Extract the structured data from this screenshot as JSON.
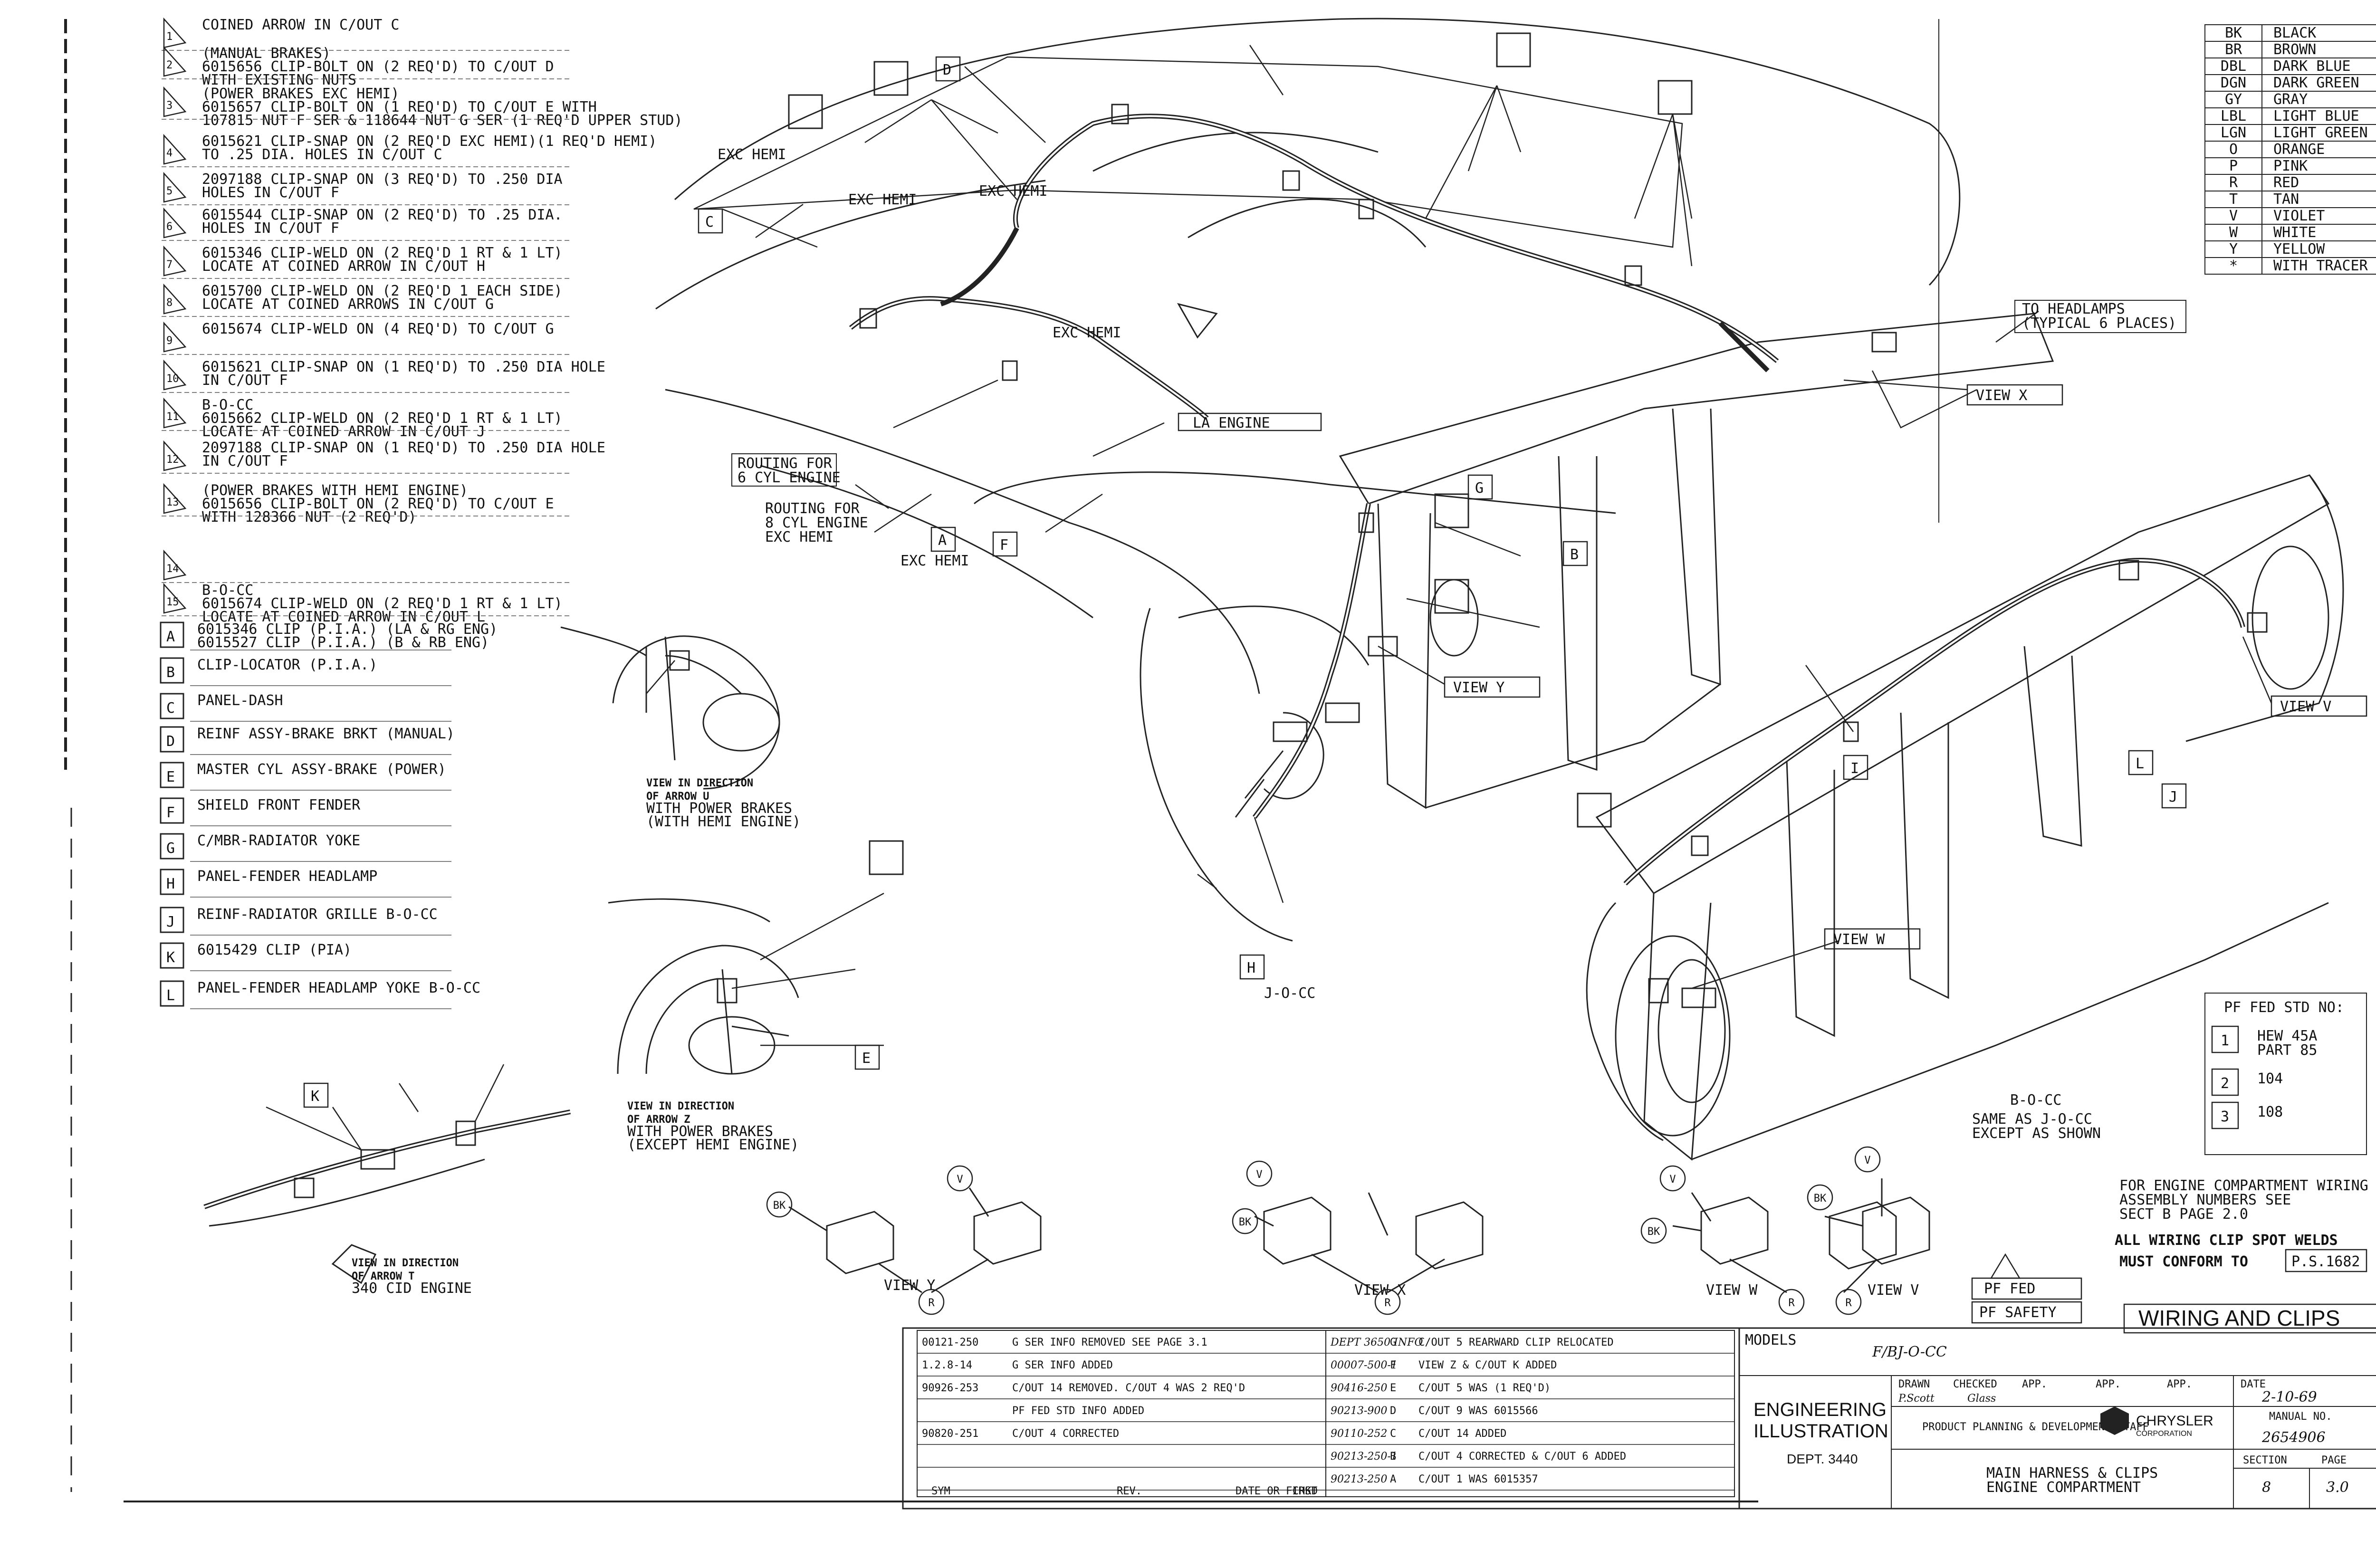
{
  "notes": [
    {
      "num": "1",
      "line1": "COINED ARROW IN C/OUT C",
      "line2": ""
    },
    {
      "num": "2",
      "line1": "(MANUAL BRAKES)",
      "line2": "6015656 CLIP-BOLT ON (2 REQ'D) TO C/OUT D",
      "line3": "WITH EXISTING NUTS"
    },
    {
      "num": "3",
      "line1": "(POWER BRAKES EXC HEMI)",
      "line2": "6015657 CLIP-BOLT ON (1 REQ'D) TO C/OUT E WITH",
      "line3": "107815 NUT F SER & 118644 NUT G SER (1 REQ'D UPPER STUD)"
    },
    {
      "num": "4",
      "line1": "6015621 CLIP-SNAP ON (2 REQ'D EXC HEMI)(1 REQ'D HEMI)",
      "line2": "TO .25 DIA. HOLES IN C/OUT C"
    },
    {
      "num": "5",
      "line1": "2097188 CLIP-SNAP ON (3 REQ'D) TO .250 DIA",
      "line2": "HOLES IN C/OUT F"
    },
    {
      "num": "6",
      "line1": "6015544 CLIP-SNAP ON (2 REQ'D) TO .25 DIA.",
      "line2": "HOLES IN C/OUT F"
    },
    {
      "num": "7",
      "line1": "6015346 CLIP-WELD ON (2 REQ'D 1 RT & 1 LT)",
      "line2": "LOCATE AT COINED ARROW IN C/OUT H"
    },
    {
      "num": "8",
      "line1": "6015700 CLIP-WELD ON (2 REQ'D 1 EACH SIDE)",
      "line2": "LOCATE AT COINED ARROWS IN C/OUT G"
    },
    {
      "num": "9",
      "line1": "6015674 CLIP-WELD ON (4 REQ'D) TO C/OUT G",
      "line2": ""
    },
    {
      "num": "10",
      "line1": "6015621 CLIP-SNAP ON (1 REQ'D) TO .250 DIA HOLE",
      "line2": "IN C/OUT F"
    },
    {
      "num": "11",
      "line1": "B-O-CC",
      "line2": "6015662 CLIP-WELD ON (2 REQ'D 1 RT & 1 LT)",
      "line3": "LOCATE AT COINED ARROW IN C/OUT J"
    },
    {
      "num": "12",
      "line1": "2097188 CLIP-SNAP ON (1 REQ'D) TO .250 DIA HOLE",
      "line2": "IN C/OUT F"
    },
    {
      "num": "13",
      "line1": "(POWER BRAKES WITH HEMI ENGINE)",
      "line2": "6015656 CLIP-BOLT ON (2 REQ'D) TO C/OUT E",
      "line3": "WITH 128366 NUT (2 REQ'D)"
    },
    {
      "num": "14",
      "line1": "",
      "line2": ""
    },
    {
      "num": "15",
      "line1": "B-O-CC",
      "line2": "6015674 CLIP-WELD ON (2 REQ'D 1 RT & 1 LT)",
      "line3": "LOCATE AT COINED ARROW IN C/OUT L"
    }
  ],
  "parts": [
    {
      "letter": "A",
      "line1": "6015346 CLIP (P.I.A.) (LA & RG ENG)",
      "line2": "6015527 CLIP (P.I.A.) (B & RB ENG)"
    },
    {
      "letter": "B",
      "line1": "CLIP-LOCATOR (P.I.A.)"
    },
    {
      "letter": "C",
      "line1": "PANEL-DASH"
    },
    {
      "letter": "D",
      "line1": "REINF ASSY-BRAKE BRKT (MANUAL)"
    },
    {
      "letter": "E",
      "line1": "MASTER CYL ASSY-BRAKE (POWER)"
    },
    {
      "letter": "F",
      "line1": "SHIELD FRONT FENDER"
    },
    {
      "letter": "G",
      "line1": "C/MBR-RADIATOR YOKE"
    },
    {
      "letter": "H",
      "line1": "PANEL-FENDER HEADLAMP"
    },
    {
      "letter": "J",
      "line1": "REINF-RADIATOR GRILLE B-O-CC"
    },
    {
      "letter": "K",
      "line1": "6015429 CLIP (PIA)"
    },
    {
      "letter": "L",
      "line1": "PANEL-FENDER HEADLAMP YOKE B-O-CC"
    }
  ],
  "color_codes": [
    {
      "code": "BK",
      "name": "BLACK"
    },
    {
      "code": "BR",
      "name": "BROWN"
    },
    {
      "code": "DBL",
      "name": "DARK BLUE"
    },
    {
      "code": "DGN",
      "name": "DARK GREEN"
    },
    {
      "code": "GY",
      "name": "GRAY"
    },
    {
      "code": "LBL",
      "name": "LIGHT BLUE"
    },
    {
      "code": "LGN",
      "name": "LIGHT GREEN"
    },
    {
      "code": "O",
      "name": "ORANGE"
    },
    {
      "code": "P",
      "name": "PINK"
    },
    {
      "code": "R",
      "name": "RED"
    },
    {
      "code": "T",
      "name": "TAN"
    },
    {
      "code": "V",
      "name": "VIOLET"
    },
    {
      "code": "W",
      "name": "WHITE"
    },
    {
      "code": "Y",
      "name": "YELLOW"
    },
    {
      "code": "*",
      "name": "WITH TRACER"
    }
  ],
  "callouts": {
    "exc_hemi": "EXC HEMI",
    "la_engine": "LA ENGINE",
    "routing_6cyl": [
      "ROUTING FOR",
      "6 CYL ENGINE"
    ],
    "routing_8cyl": [
      "ROUTING FOR",
      "8 CYL ENGINE",
      "EXC HEMI"
    ],
    "to_headlamps": [
      "TO HEADLAMPS",
      "(TYPICAL 6 PLACES)"
    ],
    "view_x": "VIEW X",
    "view_y": "VIEW Y",
    "view_v": "VIEW V",
    "view_w": "VIEW W",
    "j_o_cc": "J-O-CC",
    "b_o_cc": "B-O-CC",
    "same_as": [
      "SAME AS J-O-CC",
      "EXCEPT AS SHOWN"
    ],
    "view_u": [
      "VIEW IN DIRECTION",
      "OF ARROW U",
      "WITH POWER BRAKES",
      "(WITH HEMI ENGINE)"
    ],
    "view_z": [
      "VIEW IN DIRECTION",
      "OF ARROW Z",
      "WITH POWER BRAKES",
      "(EXCEPT HEMI ENGINE)"
    ],
    "view_t": [
      "VIEW IN DIRECTION",
      "OF ARROW T",
      "340 CID ENGINE"
    ]
  },
  "connector_labels": {
    "bk": "BK",
    "v": "V",
    "r": "R"
  },
  "pf_fed": {
    "title": "PF FED STD NO:",
    "rows": [
      {
        "sym": "1",
        "text": "HEW 45A",
        "text2": "PART 85"
      },
      {
        "sym": "2",
        "text": "104"
      },
      {
        "sym": "3",
        "text": "108"
      }
    ],
    "pf_fed_box": "PF FED",
    "pf_safety_box": "PF SAFETY"
  },
  "engine_note": [
    "FOR ENGINE COMPARTMENT WIRING",
    "ASSEMBLY NUMBERS SEE",
    "SECT B PAGE 2.0"
  ],
  "spot_welds": [
    "ALL WIRING CLIP SPOT WELDS",
    "MUST CONFORM TO"
  ],
  "ps_ref": "P.S.1682",
  "wiring_title": "WIRING AND CLIPS",
  "title_block": {
    "models_label": "MODELS",
    "models": "F/BJ-O-CC",
    "eng_illus": [
      "ENGINEERING",
      "ILLUSTRATION"
    ],
    "dept": "DEPT. 3440",
    "drawn_label": "DRAWN",
    "checked_label": "CHECKED",
    "app_label": "APP.",
    "date_label": "DATE",
    "date": "2-10-69",
    "manual_label": "MANUAL NO.",
    "manual": "2654906",
    "staff": "PRODUCT PLANNING & DEVELOPMENT STAFF",
    "chrysler": "CHRYSLER",
    "corporation": "CORPORATION",
    "desc": [
      "MAIN HARNESS & CLIPS",
      "ENGINE COMPARTMENT"
    ],
    "section_label": "SECTION",
    "page_label": "PAGE",
    "section": "8",
    "page": "3.0",
    "drawn": "P.Scott",
    "checked": "Glass"
  },
  "revisions": [
    {
      "a": "00121-250",
      "b": "G SER INFO REMOVED SEE PAGE 3.1",
      "c": "DEPT 3650 INFO",
      "d": "G",
      "e": "C/OUT 5 REARWARD CLIP RELOCATED"
    },
    {
      "a": "1.2.8-14",
      "b": "G SER INFO ADDED",
      "c": "00007-500-1",
      "d": "F",
      "e": "VIEW Z & C/OUT K ADDED"
    },
    {
      "a": "90926-253",
      "b": "C/OUT 14 REMOVED. C/OUT 4 WAS 2 REQ'D",
      "c": "90416-250",
      "d": "E",
      "e": "C/OUT 5 WAS (1 REQ'D)"
    },
    {
      "a": "",
      "b": "PF FED STD INFO ADDED",
      "c": "90213-900",
      "d": "D",
      "e": "C/OUT 9 WAS 6015566"
    },
    {
      "a": "90820-251",
      "b": "C/OUT 4 CORRECTED",
      "c": "90110-252",
      "d": "C",
      "e": "C/OUT 14 ADDED"
    },
    {
      "a": "",
      "b": "",
      "c": "90213-250-1",
      "d": "B",
      "e": "C/OUT 4 CORRECTED & C/OUT 6 ADDED"
    },
    {
      "a": "",
      "b": "",
      "c": "90213-250",
      "d": "A",
      "e": "C/OUT 1 WAS 6015357"
    }
  ],
  "rev_footer": {
    "sym": "SYM",
    "rev": "REV.",
    "date": "DATE OR FIRST",
    "chkd": "CHKD"
  }
}
